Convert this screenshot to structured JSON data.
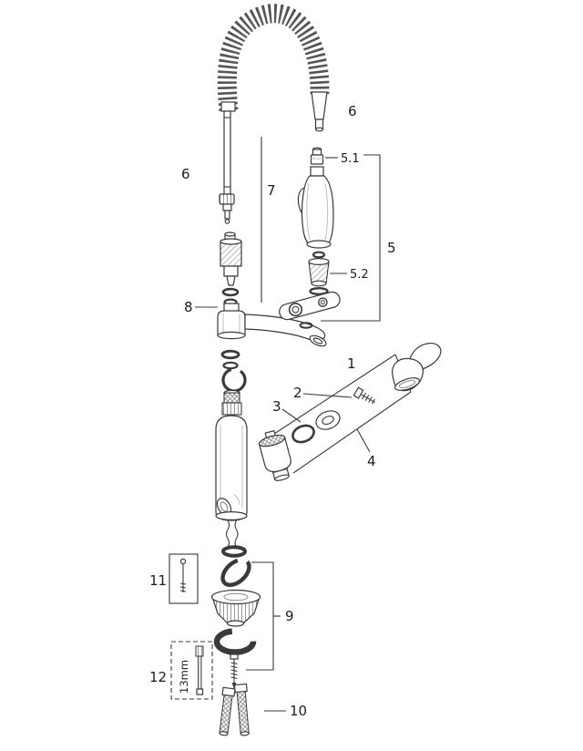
{
  "diagram": {
    "type": "exploded-parts-diagram",
    "subject": "pull-out spray kitchen faucet",
    "colors": {
      "line": "#3a3a3a",
      "background": "#ffffff"
    },
    "part_labels": {
      "hose_left": "6",
      "hose_right": "6",
      "hose_tube": "7",
      "spray_group": "5",
      "spray_check_valve": "5.1",
      "spray_mousseur": "5.2",
      "spout": "8",
      "handle_lever": "1",
      "handle_screw": "2",
      "cap_rings": "3",
      "cartridge_group": "4",
      "mounting_group": "9",
      "supply_hoses": "10",
      "fixing_pin": "11",
      "mounting_tool": "12",
      "tool_size": "13mm"
    }
  }
}
